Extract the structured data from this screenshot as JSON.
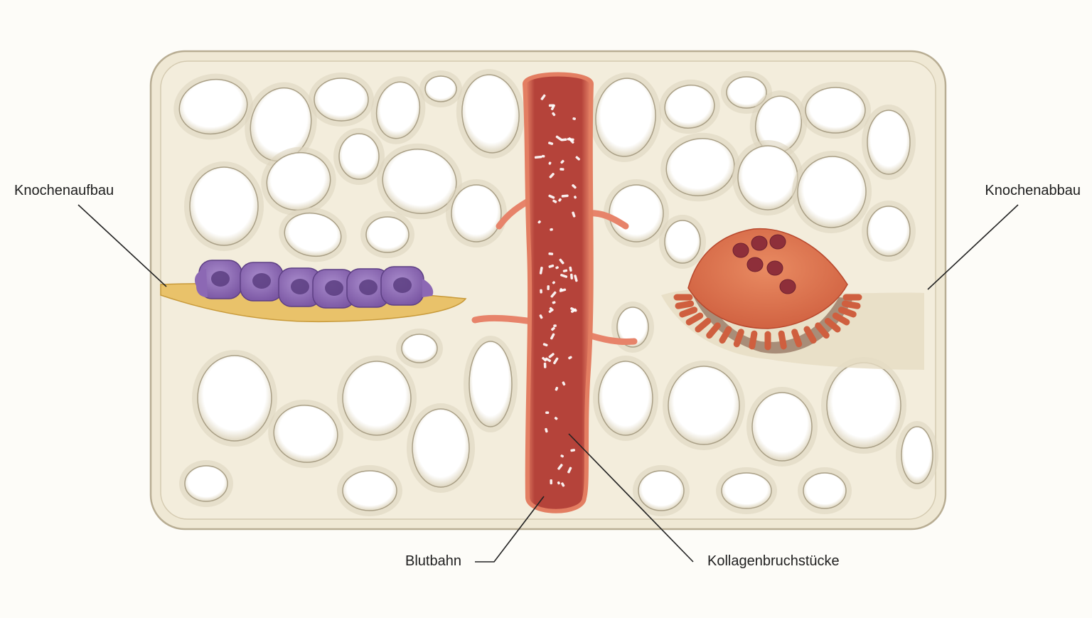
{
  "labels": {
    "bone_formation": "Knochenaufbau",
    "bone_resorption": "Knochenabbau",
    "bloodstream": "Blutbahn",
    "collagen_fragments": "Kollagenbruchstücke"
  },
  "colors": {
    "background": "#fdfcf8",
    "bone_matrix": "#efe8d4",
    "bone_cavity_shadow": "#d9d2bd",
    "osteoblast": "#8c68b4",
    "osteoid_layer": "#e9c26a",
    "osteoclast": "#de7552",
    "vessel_wall": "#e8866a",
    "blood": "#b8453a",
    "fragment": "#ffffff",
    "leader_line": "#222222"
  }
}
